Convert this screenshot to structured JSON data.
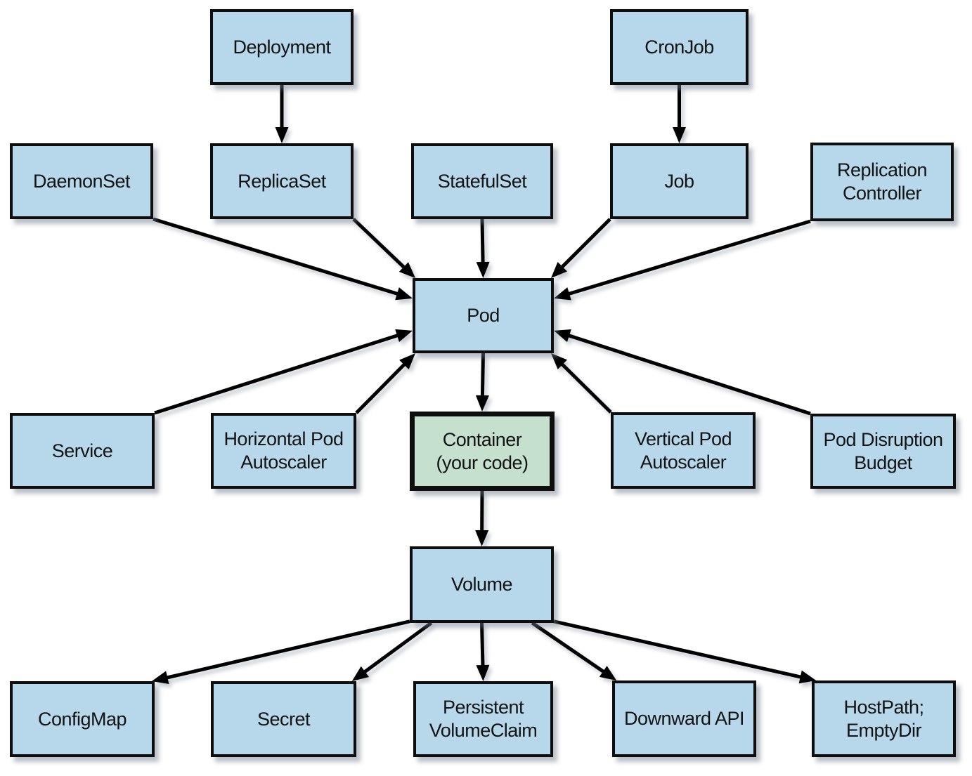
{
  "diagram": {
    "colors": {
      "background": "#ffffff",
      "node_fill": "#b7d7ea",
      "container_fill": "#c5e1cd",
      "border": "#0e0e0e",
      "arrow": "#000000"
    },
    "nodes": {
      "deployment": {
        "label": "Deployment"
      },
      "cronjob": {
        "label": "CronJob"
      },
      "daemonset": {
        "label": "DaemonSet"
      },
      "replicaset": {
        "label": "ReplicaSet"
      },
      "statefulset": {
        "label": "StatefulSet"
      },
      "job": {
        "label": "Job"
      },
      "replication-controller": {
        "label": "Replication\nController"
      },
      "pod": {
        "label": "Pod"
      },
      "service": {
        "label": "Service"
      },
      "horizontal-pod-autoscaler": {
        "label": "Horizontal Pod\nAutoscaler"
      },
      "container": {
        "label": "Container\n(your code)"
      },
      "vertical-pod-autoscaler": {
        "label": "Vertical Pod\nAutoscaler"
      },
      "pod-disruption-budget": {
        "label": "Pod Disruption\nBudget"
      },
      "volume": {
        "label": "Volume"
      },
      "configmap": {
        "label": "ConfigMap"
      },
      "secret": {
        "label": "Secret"
      },
      "persistent-volumeclaim": {
        "label": "Persistent\nVolumeClaim"
      },
      "downward-api": {
        "label": "Downward API"
      },
      "hostpath-emptydir": {
        "label": "HostPath;\nEmptyDir"
      }
    },
    "edges": [
      {
        "from": "deployment",
        "to": "replicaset"
      },
      {
        "from": "cronjob",
        "to": "job"
      },
      {
        "from": "statefulset",
        "to": "pod"
      },
      {
        "from": "replicaset",
        "to": "pod"
      },
      {
        "from": "job",
        "to": "pod"
      },
      {
        "from": "daemonset",
        "to": "pod"
      },
      {
        "from": "replication-controller",
        "to": "pod"
      },
      {
        "from": "service",
        "to": "pod"
      },
      {
        "from": "horizontal-pod-autoscaler",
        "to": "pod"
      },
      {
        "from": "vertical-pod-autoscaler",
        "to": "pod"
      },
      {
        "from": "pod-disruption-budget",
        "to": "pod"
      },
      {
        "from": "pod",
        "to": "container"
      },
      {
        "from": "container",
        "to": "volume"
      },
      {
        "from": "volume",
        "to": "configmap"
      },
      {
        "from": "volume",
        "to": "secret"
      },
      {
        "from": "volume",
        "to": "persistent-volumeclaim"
      },
      {
        "from": "volume",
        "to": "downward-api"
      },
      {
        "from": "volume",
        "to": "hostpath-emptydir"
      }
    ]
  }
}
